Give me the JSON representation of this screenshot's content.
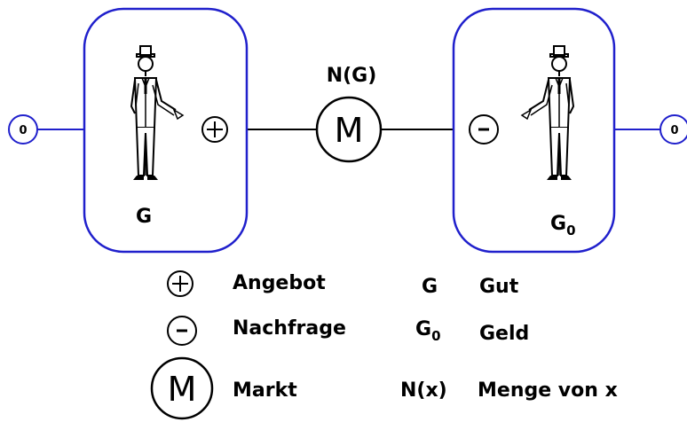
{
  "colors": {
    "accent": "#2020cc",
    "ink": "#000000",
    "background": "#ffffff"
  },
  "left_node": {
    "label": "0"
  },
  "right_node": {
    "label": "0"
  },
  "seller": {
    "label": "G",
    "icon": "man-in-top-hat-icon",
    "sign": "+"
  },
  "buyer": {
    "label": "G",
    "label_sub": "0",
    "icon": "man-in-top-hat-icon",
    "sign": "-"
  },
  "market": {
    "symbol": "M",
    "caption": "N(G)"
  },
  "legend": {
    "plus": {
      "symbol": "+",
      "text": "Angebot"
    },
    "minus": {
      "symbol": "-",
      "text": "Nachfrage"
    },
    "market": {
      "symbol": "M",
      "text": "Markt"
    },
    "good": {
      "key": "G",
      "text": "Gut"
    },
    "money": {
      "key": "G",
      "key_sub": "0",
      "text": "Geld"
    },
    "quantity": {
      "key": "N(x)",
      "text": "Menge von x"
    }
  }
}
